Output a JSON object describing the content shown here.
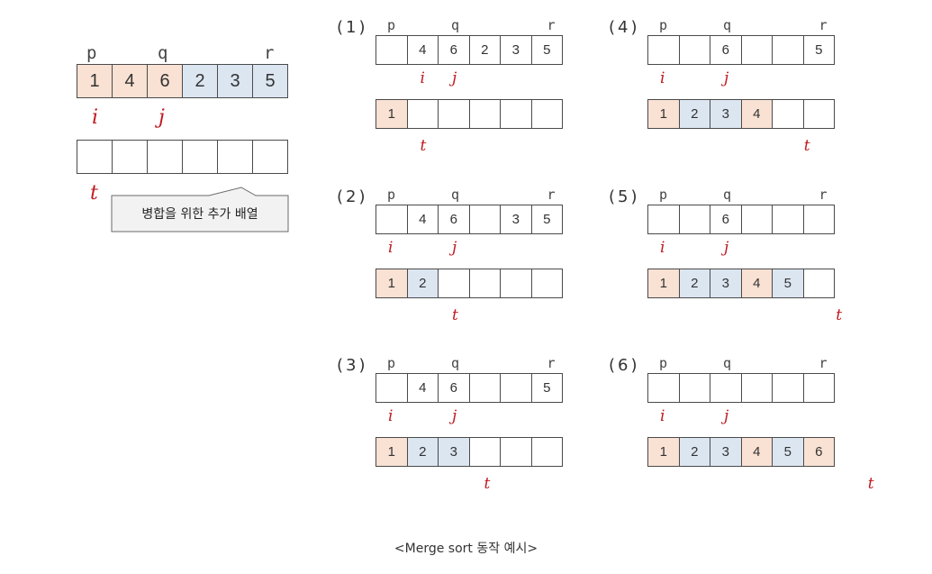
{
  "initial": {
    "labels": {
      "p": "p",
      "q": "q",
      "r": "r",
      "i": "i",
      "j": "j",
      "t": "t"
    },
    "array": [
      {
        "v": "1",
        "c": "orange"
      },
      {
        "v": "4",
        "c": "orange"
      },
      {
        "v": "6",
        "c": "orange"
      },
      {
        "v": "2",
        "c": "blue"
      },
      {
        "v": "3",
        "c": "blue"
      },
      {
        "v": "5",
        "c": "blue"
      }
    ],
    "temp": [
      "",
      "",
      "",
      "",
      "",
      ""
    ],
    "note": "병합을 위한 추가 배열"
  },
  "steps": [
    {
      "label": "(1)",
      "top": [
        "",
        "4",
        "6",
        "2",
        "3",
        "5"
      ],
      "bottom": [
        {
          "v": "1",
          "c": "orange"
        },
        {
          "v": "",
          "c": ""
        },
        {
          "v": "",
          "c": ""
        },
        {
          "v": "",
          "c": ""
        },
        {
          "v": "",
          "c": ""
        },
        {
          "v": "",
          "c": ""
        }
      ],
      "i": 1,
      "j": 2,
      "t": 1
    },
    {
      "label": "(2)",
      "top": [
        "",
        "4",
        "6",
        "",
        "3",
        "5"
      ],
      "bottom": [
        {
          "v": "1",
          "c": "orange"
        },
        {
          "v": "2",
          "c": "blue"
        },
        {
          "v": "",
          "c": ""
        },
        {
          "v": "",
          "c": ""
        },
        {
          "v": "",
          "c": ""
        },
        {
          "v": "",
          "c": ""
        }
      ],
      "i": 0,
      "j": 2,
      "t": 2
    },
    {
      "label": "(3)",
      "top": [
        "",
        "4",
        "6",
        "",
        "",
        "5"
      ],
      "bottom": [
        {
          "v": "1",
          "c": "orange"
        },
        {
          "v": "2",
          "c": "blue"
        },
        {
          "v": "3",
          "c": "blue"
        },
        {
          "v": "",
          "c": ""
        },
        {
          "v": "",
          "c": ""
        },
        {
          "v": "",
          "c": ""
        }
      ],
      "i": 0,
      "j": 2,
      "t": 3
    },
    {
      "label": "(4)",
      "top": [
        "",
        "",
        "6",
        "",
        "",
        "5"
      ],
      "bottom": [
        {
          "v": "1",
          "c": "orange"
        },
        {
          "v": "2",
          "c": "blue"
        },
        {
          "v": "3",
          "c": "blue"
        },
        {
          "v": "4",
          "c": "orange"
        },
        {
          "v": "",
          "c": ""
        },
        {
          "v": "",
          "c": ""
        }
      ],
      "i": 0,
      "j": 2,
      "t": 4.5
    },
    {
      "label": "(5)",
      "top": [
        "",
        "",
        "6",
        "",
        "",
        ""
      ],
      "bottom": [
        {
          "v": "1",
          "c": "orange"
        },
        {
          "v": "2",
          "c": "blue"
        },
        {
          "v": "3",
          "c": "blue"
        },
        {
          "v": "4",
          "c": "orange"
        },
        {
          "v": "5",
          "c": "blue"
        },
        {
          "v": "",
          "c": ""
        }
      ],
      "i": 0,
      "j": 2,
      "t": 5.5
    },
    {
      "label": "(6)",
      "top": [
        "",
        "",
        "",
        "",
        "",
        ""
      ],
      "bottom": [
        {
          "v": "1",
          "c": "orange"
        },
        {
          "v": "2",
          "c": "blue"
        },
        {
          "v": "3",
          "c": "blue"
        },
        {
          "v": "4",
          "c": "orange"
        },
        {
          "v": "5",
          "c": "blue"
        },
        {
          "v": "6",
          "c": "orange"
        }
      ],
      "i": 0,
      "j": 2,
      "t": 6.5
    }
  ],
  "caption": "<Merge sort 동작 예시>"
}
